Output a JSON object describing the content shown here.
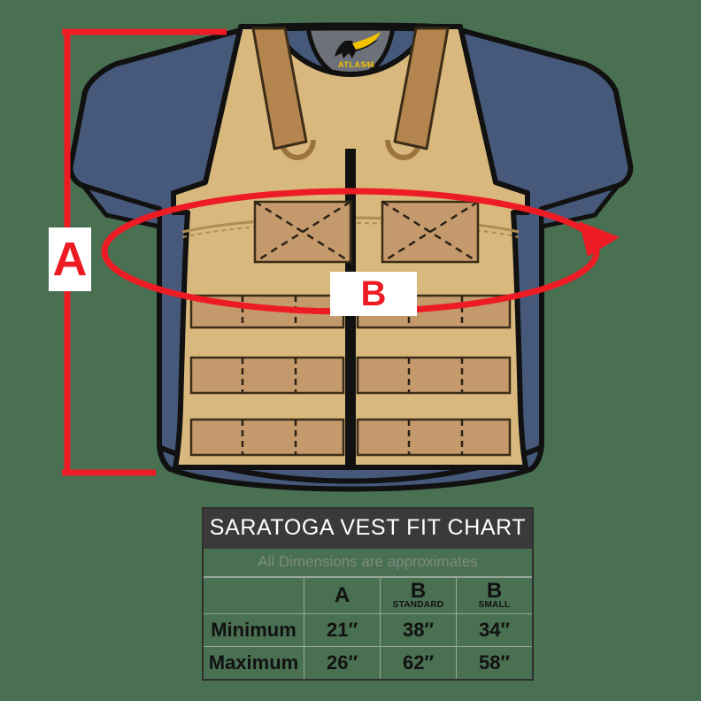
{
  "background_color": "#4a7052",
  "palette": {
    "vest_tan": "#d8b87c",
    "vest_tan_dark": "#c49a6c",
    "strap_brown": "#b5854f",
    "shirt_blue": "#46597a",
    "collar_gray": "#6e7179",
    "outline": "#111111",
    "accent_red": "#ed1c24",
    "table_header_bg": "#3a3a3a",
    "logo_yellow": "#f2c200"
  },
  "garment": {
    "name": "saratoga-vest",
    "logo": {
      "brand": "ATLAS",
      "number": "46",
      "icon": "eagle-logo-icon"
    }
  },
  "annotations": {
    "height_label": "A",
    "girth_label": "B",
    "height_dimension_name": "vertical-height-measure",
    "girth_dimension_name": "chest-girth-measure"
  },
  "fit_chart": {
    "title": "SARATOGA VEST FIT CHART",
    "subtitle": "All Dimensions are approximates",
    "columns": [
      {
        "main": "",
        "sub": ""
      },
      {
        "main": "A",
        "sub": ""
      },
      {
        "main": "B",
        "sub": "STANDARD"
      },
      {
        "main": "B",
        "sub": "SMALL"
      }
    ],
    "rows": [
      {
        "label": "Minimum",
        "a": "21″",
        "b_standard": "38″",
        "b_small": "34″"
      },
      {
        "label": "Maximum",
        "a": "26″",
        "b_standard": "62″",
        "b_small": "58″"
      }
    ]
  }
}
